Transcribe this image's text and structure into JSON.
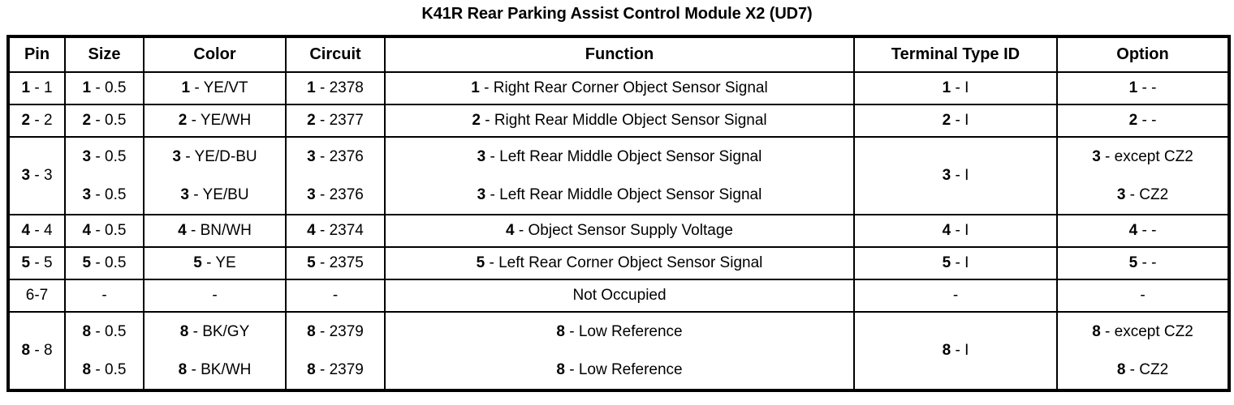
{
  "title": "K41R Rear Parking Assist Control Module X2 (UD7)",
  "table": {
    "headers": {
      "pin": "Pin",
      "size": "Size",
      "color": "Color",
      "circuit": "Circuit",
      "function": "Function",
      "terminal": "Terminal Type ID",
      "option": "Option"
    },
    "separator": " - ",
    "rows": [
      {
        "pin_idx": "1",
        "pin_val": "1",
        "size_idx": "1",
        "size_val": "0.5",
        "color_idx": "1",
        "color_val": "YE/VT",
        "circuit_idx": "1",
        "circuit_val": "2378",
        "function_idx": "1",
        "function_val": "Right Rear Corner Object Sensor Signal",
        "terminal_idx": "1",
        "terminal_val": "I",
        "option_idx": "1",
        "option_val": "-"
      },
      {
        "pin_idx": "2",
        "pin_val": "2",
        "size_idx": "2",
        "size_val": "0.5",
        "color_idx": "2",
        "color_val": "YE/WH",
        "circuit_idx": "2",
        "circuit_val": "2377",
        "function_idx": "2",
        "function_val": "Right Rear Middle Object Sensor Signal",
        "terminal_idx": "2",
        "terminal_val": "I",
        "option_idx": "2",
        "option_val": "-"
      },
      {
        "pin_idx": "3",
        "pin_val": "3",
        "size_idx": "3",
        "size_val": "0.5",
        "color_idx": "3",
        "color_val": "YE/D-BU",
        "circuit_idx": "3",
        "circuit_val": "2376",
        "function_idx": "3",
        "function_val": "Left Rear Middle Object Sensor Signal",
        "terminal_idx": "3",
        "terminal_val": "I",
        "option_idx": "3",
        "option_val": "except CZ2",
        "size_idx_b": "3",
        "size_val_b": "0.5",
        "color_idx_b": "3",
        "color_val_b": "YE/BU",
        "circuit_idx_b": "3",
        "circuit_val_b": "2376",
        "function_idx_b": "3",
        "function_val_b": "Left Rear Middle Object Sensor Signal",
        "option_idx_b": "3",
        "option_val_b": "CZ2"
      },
      {
        "pin_idx": "4",
        "pin_val": "4",
        "size_idx": "4",
        "size_val": "0.5",
        "color_idx": "4",
        "color_val": "BN/WH",
        "circuit_idx": "4",
        "circuit_val": "2374",
        "function_idx": "4",
        "function_val": "Object Sensor Supply Voltage",
        "terminal_idx": "4",
        "terminal_val": "I",
        "option_idx": "4",
        "option_val": "-"
      },
      {
        "pin_idx": "5",
        "pin_val": "5",
        "size_idx": "5",
        "size_val": "0.5",
        "color_idx": "5",
        "color_val": "YE",
        "circuit_idx": "5",
        "circuit_val": "2375",
        "function_idx": "5",
        "function_val": "Left Rear Corner Object Sensor Signal",
        "terminal_idx": "5",
        "terminal_val": "I",
        "option_idx": "5",
        "option_val": "-"
      },
      {
        "pin_plain": "6-7",
        "size_plain": "-",
        "color_plain": "-",
        "circuit_plain": "-",
        "function_plain": "Not Occupied",
        "terminal_plain": "-",
        "option_plain": "-"
      },
      {
        "pin_idx": "8",
        "pin_val": "8",
        "size_idx": "8",
        "size_val": "0.5",
        "color_idx": "8",
        "color_val": "BK/GY",
        "circuit_idx": "8",
        "circuit_val": "2379",
        "function_idx": "8",
        "function_val": "Low Reference",
        "terminal_idx": "8",
        "terminal_val": "I",
        "option_idx": "8",
        "option_val": "except CZ2",
        "size_idx_b": "8",
        "size_val_b": "0.5",
        "color_idx_b": "8",
        "color_val_b": "BK/WH",
        "circuit_idx_b": "8",
        "circuit_val_b": "2379",
        "function_idx_b": "8",
        "function_val_b": "Low Reference",
        "option_idx_b": "8",
        "option_val_b": "CZ2"
      }
    ]
  }
}
